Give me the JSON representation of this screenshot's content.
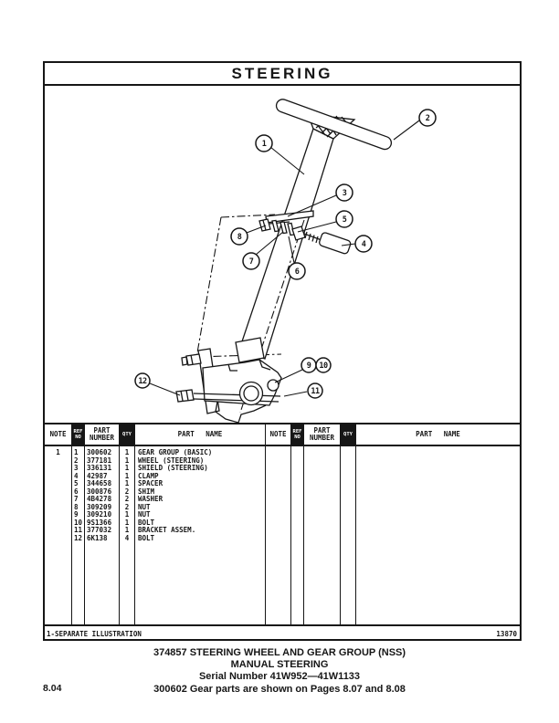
{
  "header": {
    "title": "STEERING"
  },
  "illustration": {
    "callouts": [
      "1",
      "2",
      "3",
      "4",
      "5",
      "6",
      "7",
      "8",
      "9",
      "10",
      "11",
      "12"
    ]
  },
  "table": {
    "header": {
      "note": "NOTE",
      "ref_top": "REF",
      "ref_bottom": "NO",
      "part_top": "PART",
      "part_bottom": "NUMBER",
      "qty": "QTY",
      "part_name": "PART NAME"
    },
    "rows": [
      {
        "note": "1",
        "ref": "1",
        "part_number": "300602",
        "qty": "1",
        "part_name": "GEAR GROUP (BASIC)"
      },
      {
        "ref": "2",
        "part_number": "377181",
        "qty": "1",
        "part_name": "WHEEL (STEERING)"
      },
      {
        "ref": "3",
        "part_number": "336131",
        "qty": "1",
        "part_name": "SHIELD (STEERING)"
      },
      {
        "ref": "4",
        "part_number": "42987",
        "qty": "1",
        "part_name": "CLAMP"
      },
      {
        "ref": "5",
        "part_number": "344658",
        "qty": "1",
        "part_name": "SPACER"
      },
      {
        "ref": "6",
        "part_number": "300876",
        "qty": "2",
        "part_name": "SHIM"
      },
      {
        "ref": "7",
        "part_number": "4B4278",
        "qty": "2",
        "part_name": "WASHER"
      },
      {
        "ref": "8",
        "part_number": "309209",
        "qty": "2",
        "part_name": "NUT"
      },
      {
        "ref": "9",
        "part_number": "309210",
        "qty": "1",
        "part_name": "NUT"
      },
      {
        "ref": "10",
        "part_number": "9S1366",
        "qty": "1",
        "part_name": "BOLT"
      },
      {
        "ref": "11",
        "part_number": "377032",
        "qty": "1",
        "part_name": "BRACKET ASSEM."
      },
      {
        "ref": "12",
        "part_number": "6K138",
        "qty": "4",
        "part_name": "BOLT"
      }
    ]
  },
  "footer": {
    "note": "1-SEPARATE ILLUSTRATION",
    "form_number": "13870"
  },
  "caption": {
    "line1": "374857 STEERING WHEEL AND GEAR GROUP (NSS)",
    "line2": "MANUAL STEERING",
    "line3": "Serial Number 41W952—41W1133",
    "line4": "300602 Gear parts are shown on Pages 8.07 and 8.08"
  },
  "page": {
    "number": "8.04"
  }
}
